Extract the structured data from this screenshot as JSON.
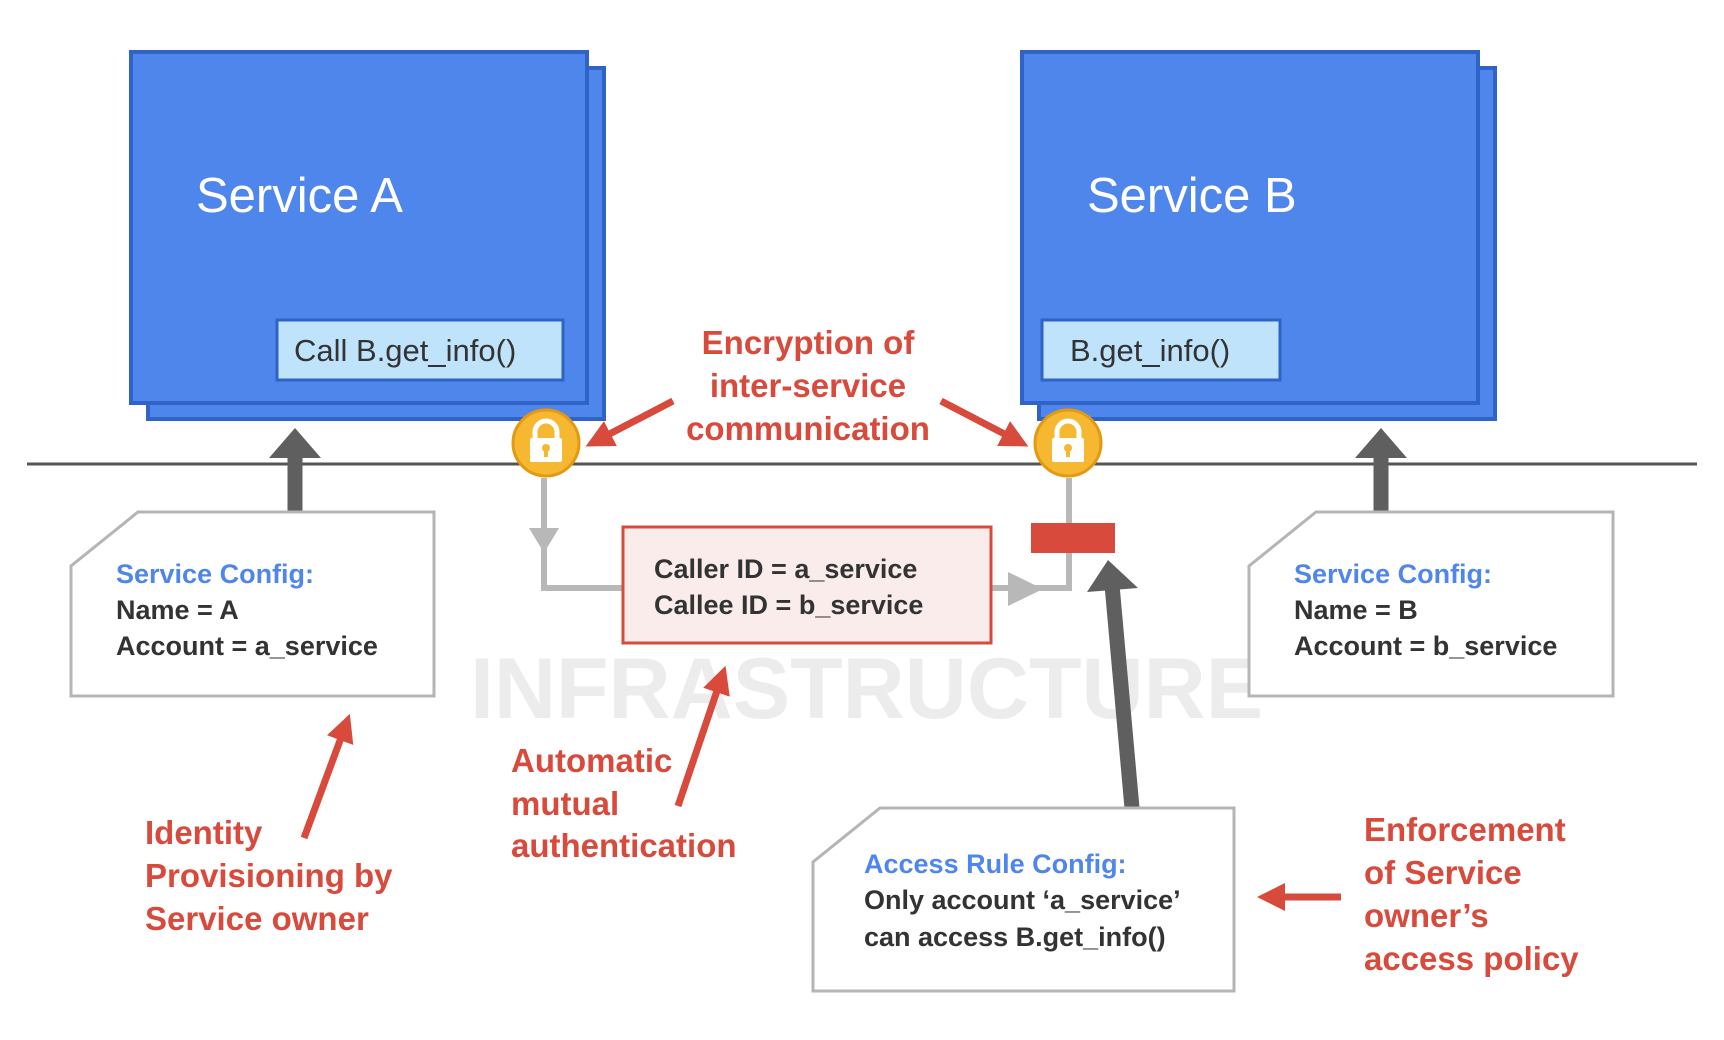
{
  "watermark": "INFRASTRUCTURE",
  "service_a": {
    "title": "Service A",
    "call_label": "Call B.get_info()"
  },
  "service_b": {
    "title": "Service B",
    "method_label": "B.get_info()"
  },
  "config_a": {
    "heading": "Service Config:",
    "name_line": "Name = A",
    "account_line": "Account  = a_service"
  },
  "config_b": {
    "heading": "Service Config:",
    "name_line": "Name = B",
    "account_line": "Account  = b_service"
  },
  "auth_box": {
    "caller_line": "Caller  ID = a_service",
    "callee_line": "Callee ID =  b_service"
  },
  "access_rule": {
    "heading": "Access Rule Config:",
    "line1": "Only account ‘a_service’",
    "line2": "can access B.get_info()"
  },
  "notes": {
    "encryption": [
      "Encryption of",
      "inter-service",
      "communication"
    ],
    "identity": [
      "Identity",
      "Provisioning by",
      "Service owner"
    ],
    "mutual_auth": [
      "Automatic",
      "mutual",
      "authentication"
    ],
    "enforcement": [
      "Enforcement",
      "of Service",
      "owner’s",
      "access policy"
    ]
  },
  "colors": {
    "service_blue": "#4f86ec",
    "service_border": "#2f63c6",
    "label_fill": "#bfe3fb",
    "label_border": "#2f63c6",
    "accent_red": "#d84a3c",
    "lock_gold": "#f6b731",
    "arrow_gray": "#5f5f5f",
    "conn_gray": "#b8b8b8"
  },
  "icons": {
    "lock": "lock-icon",
    "enforcement_block": "enforcement-block"
  }
}
